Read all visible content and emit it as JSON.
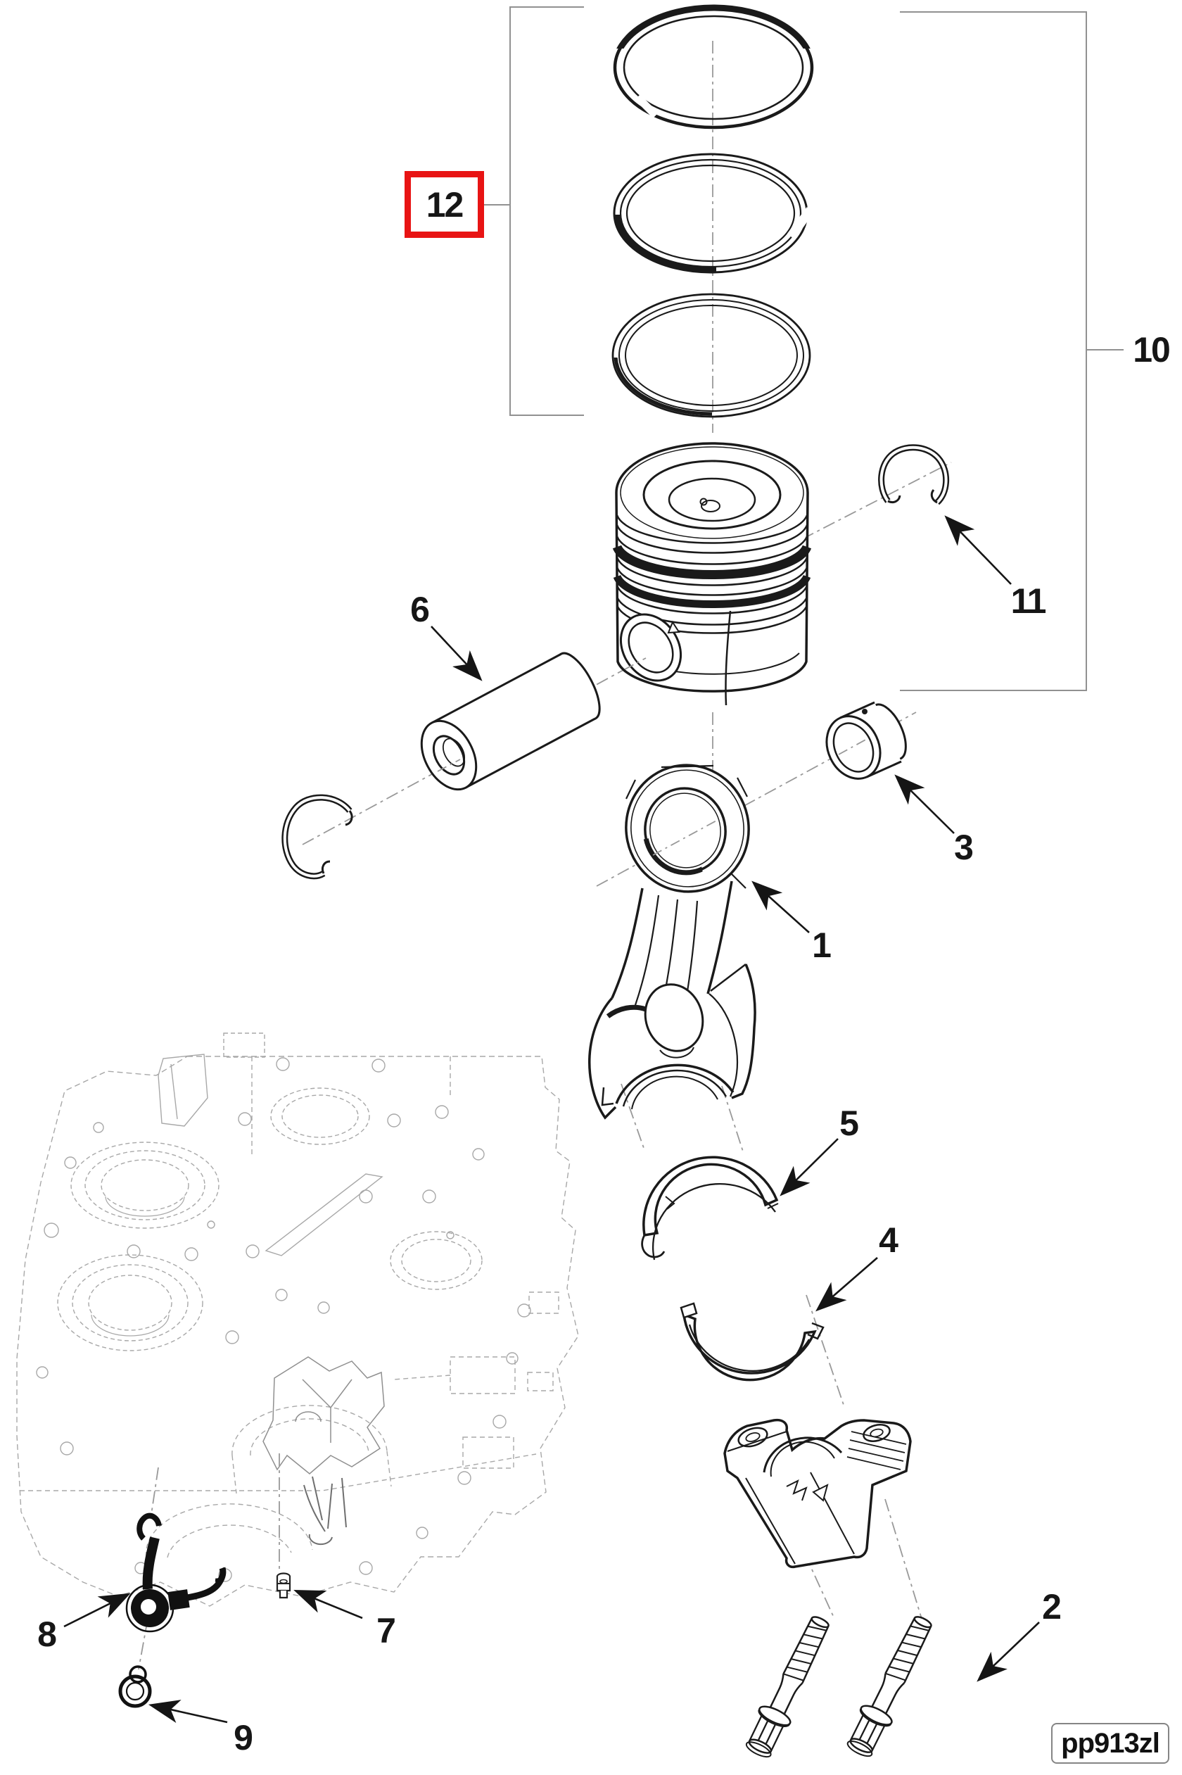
{
  "diagram": {
    "type": "exploded-parts-diagram",
    "subject": "piston-and-connecting-rod-assembly",
    "part_code": "pp913zl",
    "highlight_color": "#e81414",
    "line_color": "#1a1a1a",
    "sketch_color": "#a8a8a8",
    "leader_color": "#919191"
  },
  "callouts": {
    "c1": {
      "label": "1",
      "part": "connecting-rod"
    },
    "c2": {
      "label": "2",
      "part": "rod-cap-bolt"
    },
    "c3": {
      "label": "3",
      "part": "small-end-bushing"
    },
    "c4": {
      "label": "4",
      "part": "lower-bearing-shell"
    },
    "c5": {
      "label": "5",
      "part": "upper-bearing-shell"
    },
    "c6": {
      "label": "6",
      "part": "piston-pin"
    },
    "c7": {
      "label": "7",
      "part": "screw"
    },
    "c8": {
      "label": "8",
      "part": "piston-cooling-nozzle"
    },
    "c9": {
      "label": "9",
      "part": "plug"
    },
    "c10": {
      "label": "10",
      "part": "piston-group"
    },
    "c11": {
      "label": "11",
      "part": "retaining-ring"
    },
    "c12": {
      "label": "12",
      "part": "piston-ring-set",
      "highlighted": true
    }
  }
}
